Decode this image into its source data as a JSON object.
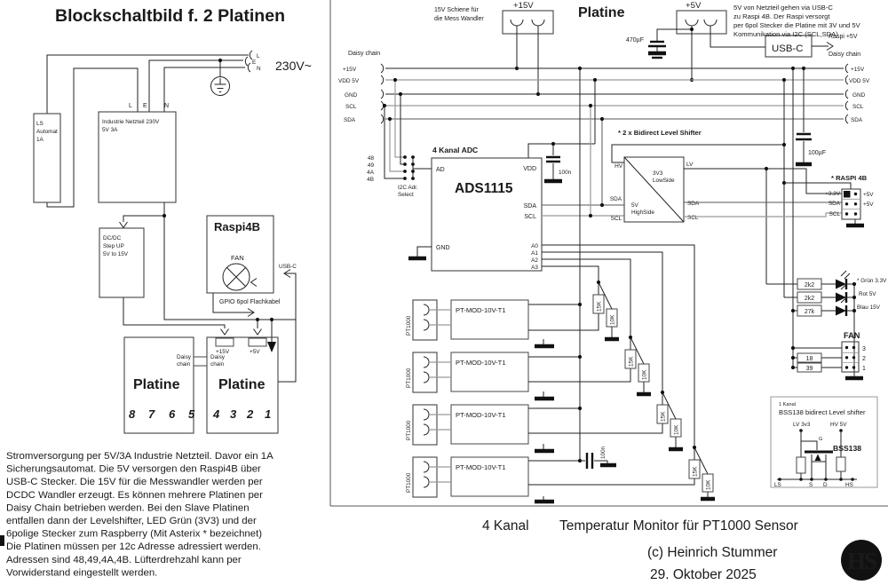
{
  "left": {
    "title": "Blockschaltbild f. 2 Platinen",
    "mains": {
      "label": "230V~",
      "l": "L",
      "e": "E",
      "n": "N"
    },
    "breaker": [
      "LS",
      "Automat",
      "1A"
    ],
    "psu": {
      "line1": "Industrie Netzteil   230V",
      "line2": "5V 3A",
      "l": "L",
      "e": "E",
      "n": "N"
    },
    "dcdc": [
      "DC/DC",
      "Step UP",
      "5V to 15V"
    ],
    "raspi": {
      "title": "Raspi4B",
      "fan": "FAN",
      "usbc": "USB-C",
      "gpio": "GPIO  6pol Flachkabel"
    },
    "board_left": {
      "title": "Platine",
      "pins": [
        "8",
        "7",
        "6",
        "5"
      ],
      "daisy": [
        "Daisy",
        "chain"
      ]
    },
    "board_right": {
      "title": "Platine",
      "pins": [
        "4",
        "3",
        "2",
        "1"
      ],
      "daisy": [
        "Daisy",
        "chain"
      ],
      "v15": "+15V",
      "v5": "+5V"
    },
    "note": [
      "Stromversorgung per 5V/3A Industrie Netzteil. Davor ein 1A",
      "Sicherungsautomat.  Die 5V versorgen den Raspi4B über",
      "USB-C Stecker.  Die 15V für die Messwandler werden per",
      "DCDC Wandler erzeugt.  Es können mehrere Platinen per",
      "Daisy Chain betrieben werden. Bei den Slave Platinen",
      "entfallen dann der  Levelshifter, LED Grün (3V3) und der",
      "6polige Stecker zum Raspberry (Mit  Asterix * bezeichnet)",
      "Die Platinen müssen per 12c Adresse adressiert werden.",
      "Adressen sind 48,49,4A,4B. Lüfterdrehzahl kann per",
      "Vorwiderstand  eingestellt werden."
    ]
  },
  "right": {
    "title": "Platine",
    "rail_note": [
      "15V Schiene für",
      "die Mess Wandler"
    ],
    "v15": "+15V",
    "v5": "+5V",
    "cap470": "470µF",
    "cap100uf": "100µF",
    "cap100n_adc": "100n",
    "cap100n_rail": "100n",
    "usbc": "USB-C",
    "raspi5v": "Raspi +5V",
    "psu_note": [
      "5V von Netzteil gehen via  USB-C",
      "zu  Raspi 4B. Der Raspi versorgt",
      "per 6pol Stecker die Platine mit  3V  und 5V",
      "Kommunikation via I2C (SCL,SDA)"
    ],
    "daisy": {
      "title": "Daisy chain",
      "p15": "+15V",
      "pvdd": "VDD 5V",
      "pgnd": "GND",
      "pscl": "SCL",
      "psda": "SDA"
    },
    "adc": {
      "title": "4 Kanal  ADC",
      "name": "ADS1115",
      "ad": "AD",
      "vdd": "VDD",
      "sda": "SDA",
      "scl": "SCL",
      "gnd": "GND",
      "a0": "A0",
      "a1": "A1",
      "a2": "A2",
      "a3": "A3"
    },
    "i2c": {
      "a": [
        "48",
        "49",
        "4A",
        "4B"
      ],
      "label": [
        "I2C Adr.",
        "Select"
      ]
    },
    "shifter": {
      "note": "*  2 x Bidirect Level Shifter",
      "hv": "HV",
      "lv": "LV",
      "low1": "3V3",
      "low2": "LowSide",
      "high1": "5V",
      "high2": "HighSide",
      "sda": "SDA",
      "scl": "SCL"
    },
    "raspi_conn": {
      "title": "* RASPI 4B",
      "v33": "+3.3V",
      "sda": "SDA",
      "scl": "SCL",
      "v5a": "+5V",
      "v5b": "+5V"
    },
    "leds": {
      "r1": "2k2",
      "r2": "2k2",
      "r3": "27k",
      "l1": "* Grün 3.3V",
      "l2": "Rot  5V",
      "l3": "Blau 15V"
    },
    "fan": {
      "title": "FAN",
      "p3": "3",
      "p2": "2",
      "p1": "1",
      "r18": "18",
      "r39": "39"
    },
    "modules": {
      "name": "PT-MOD-10V-T1",
      "sensor": "PT1000",
      "r15k": "15K",
      "r10k": "10K"
    },
    "bss": {
      "kanal": "1 Kanal",
      "title": "BSS138 bidirect  Level shifter",
      "lv": "LV 3v3",
      "hv": "HV 5V",
      "g": "G",
      "name": "BSS138",
      "ls": "LS",
      "s": "S",
      "d": "D",
      "hs": "HS"
    }
  },
  "footer": {
    "kanal": "4 Kanal",
    "caption": "Temperatur Monitor für  PT1000 Sensor",
    "credit": "(c) Heinrich Stummer",
    "date": "29. Oktober 2025",
    "logo": "HS"
  }
}
